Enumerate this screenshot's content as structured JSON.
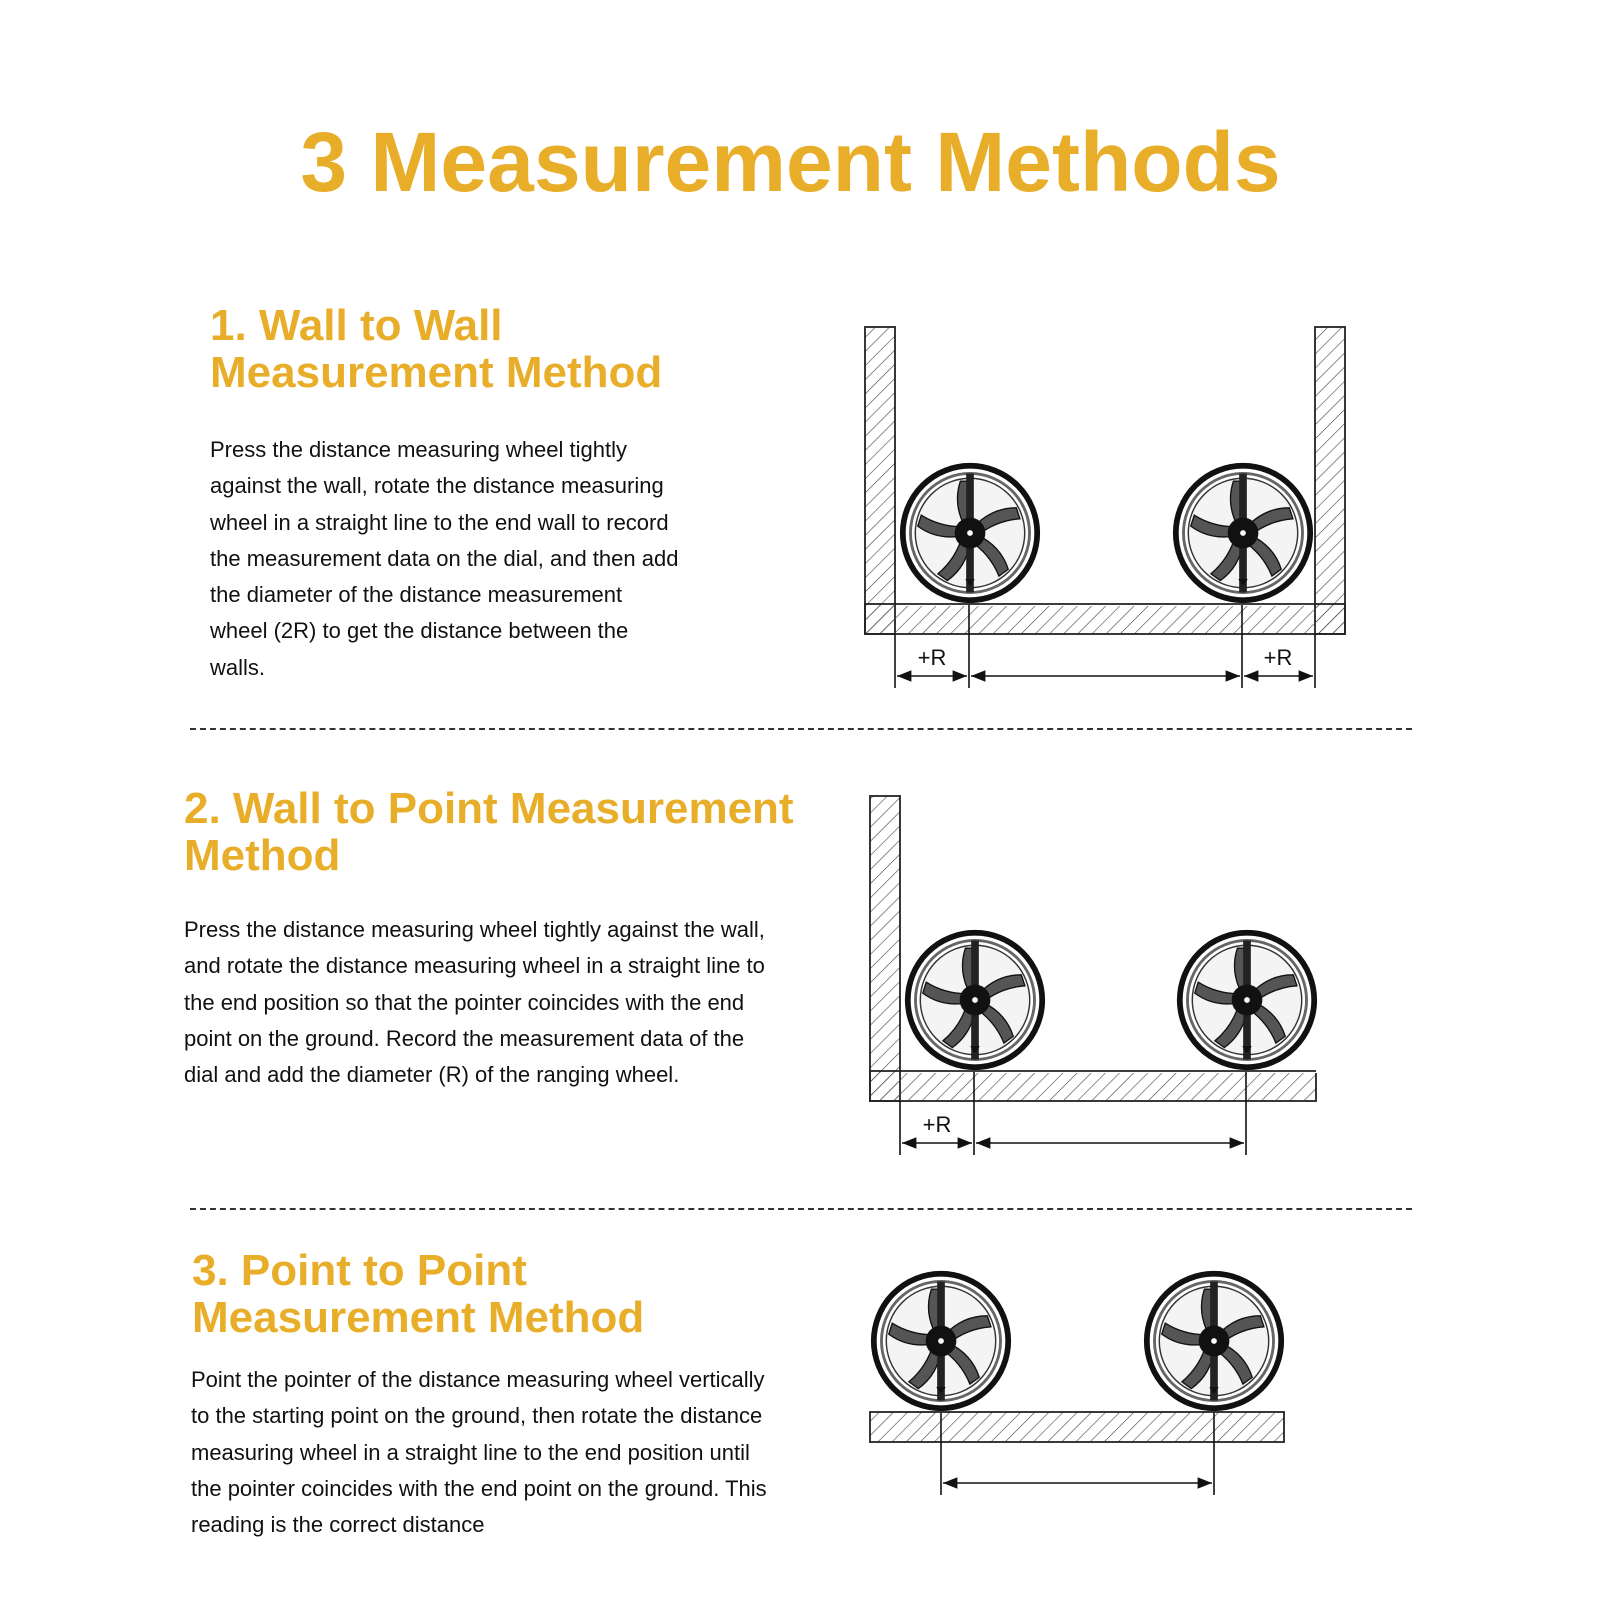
{
  "title": "3 Measurement Methods",
  "accent_color": "#E8AE2A",
  "sections": [
    {
      "heading": [
        "1. Wall to Wall",
        "Measurement Method"
      ],
      "body": [
        "Press the distance measuring wheel tightly",
        "against the wall, rotate the distance measuring",
        "wheel in a straight line to the end wall to record",
        "the measurement data on the dial, and then add",
        "the diameter of the distance measurement",
        "wheel (2R) to get the distance between the",
        "walls."
      ],
      "diagram_labels": [
        "+R",
        "+R"
      ]
    },
    {
      "heading": [
        "2. Wall to Point Measurement",
        "Method"
      ],
      "body": [
        "Press the distance measuring wheel tightly against the wall,",
        "and rotate the distance measuring wheel in a straight line to",
        "the end position so that the pointer coincides with the end",
        "point on the ground. Record the measurement data of the",
        "dial and add the diameter (R) of the ranging wheel."
      ],
      "diagram_labels": [
        "+R"
      ]
    },
    {
      "heading": [
        "3. Point to Point",
        "Measurement Method"
      ],
      "body": [
        "Point the pointer of the distance measuring wheel vertically",
        "to the starting point on the ground, then rotate the distance",
        "measuring wheel in a straight line to the end position until",
        "the pointer coincides with the end point on the ground. This",
        "reading is the correct distance"
      ],
      "diagram_labels": []
    }
  ]
}
